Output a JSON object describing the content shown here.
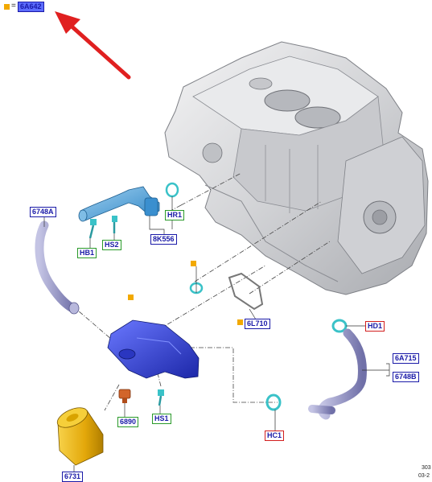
{
  "legend": {
    "equals": "=",
    "code": "6A642"
  },
  "labels": {
    "l_6748A": "6748A",
    "l_HR1": "HR1",
    "l_8K556": "8K556",
    "l_HS2": "HS2",
    "l_HB1": "HB1",
    "l_6L710": "6L710",
    "l_HD1": "HD1",
    "l_6A715": "6A715",
    "l_6748B": "6748B",
    "l_HC1": "HC1",
    "l_6890": "6890",
    "l_HS1": "HS1",
    "l_6731": "6731"
  },
  "footer": {
    "line1": "303",
    "line2": "03-2"
  },
  "colors": {
    "marker": "#f2a900",
    "arrow": "#e02020",
    "engine": "#d8d9dc",
    "pipe_blue": "#5aa8dc",
    "cooler": "#3344d8",
    "hose": "#9a9ac8",
    "filter": "#e8b20a",
    "sensor": "#d2652a",
    "clip_teal": "#3ac2c8"
  }
}
